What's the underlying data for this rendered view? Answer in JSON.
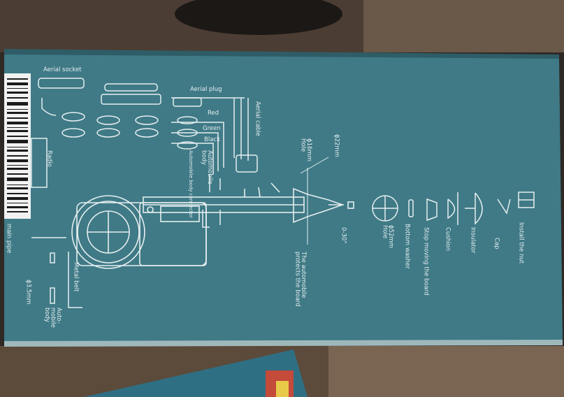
{
  "colors": {
    "box_teal": "#3f7a86",
    "box_teal_dark": "#336a75",
    "line_art": "#e6eef0",
    "floor_wood": "#5a4838",
    "barcode_label": "#f2f2f2"
  },
  "labels": {
    "aerial_socket": "Aerial socket",
    "aerial_plug": "Aerial plug",
    "aerial_cable": "Aerial cable",
    "red": "Red",
    "green": "Green",
    "black": "Black",
    "radio": "Radio",
    "automobile_body": "Automobile body",
    "automobile_body_connector": "Automobile body connector",
    "hole_16mm": "ϕ16mm Hole",
    "dia_22mm": "ϕ22mm",
    "main_pipe": "main pipe",
    "metal_belt": "Metal belt",
    "dia_3_5mm": "ϕ3.5mm",
    "auto_mobile_body": "Auto- mobile body",
    "protects": "The automobile protects the board",
    "angle": "0-30°",
    "hole_52mm": "ϕ52mm Hole",
    "bottom_washer": "Bottom washer",
    "stop_moving": "Stop moving the board",
    "cushion": "Cushion",
    "insulator": "Insulator",
    "cap": "Cap",
    "install_nut": "Install the nut"
  }
}
